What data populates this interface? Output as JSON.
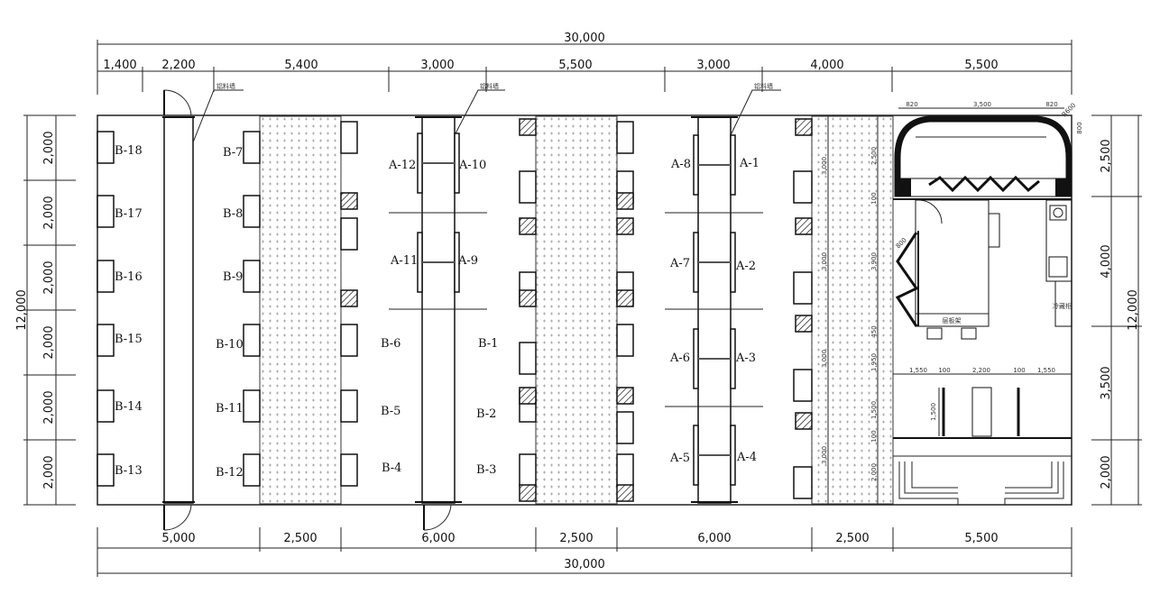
{
  "top_dims": {
    "total": "30,000",
    "segments": [
      "1,400",
      "2,200",
      "5,400",
      "3,000",
      "5,500",
      "3,000",
      "4,000",
      "5,500"
    ]
  },
  "bottom_dims": {
    "total": "30,000",
    "segments": [
      "5,000",
      "2,500",
      "6,000",
      "2,500",
      "6,000",
      "2,500",
      "5,500"
    ]
  },
  "left_dims": {
    "total": "12,000",
    "segments": [
      "2,000",
      "2,000",
      "2,000",
      "2,000",
      "2,000",
      "2,000"
    ]
  },
  "right_dims": {
    "total": "12,000",
    "segments": [
      "2,500",
      "4,000",
      "3,500",
      "2,000"
    ]
  },
  "wall_label": "铝料墙",
  "shelves": {
    "b_left": [
      "B-18",
      "B-17",
      "B-16",
      "B-15",
      "B-14",
      "B-13"
    ],
    "b_mid": [
      "B-7",
      "B-8",
      "B-9",
      "B-10",
      "B-11",
      "B-12"
    ],
    "center_a": [
      "A-12",
      "A-10",
      "A-11",
      "A-9"
    ],
    "center_b": [
      "B-6",
      "B-1",
      "B-5",
      "B-2",
      "B-4",
      "B-3"
    ],
    "right_a": [
      "A-8",
      "A-1",
      "A-7",
      "A-2",
      "A-6",
      "A-3",
      "A-5",
      "A-4"
    ]
  },
  "aisle_dims": {
    "left": [
      "3,000",
      "3,000",
      "3,000",
      "3,000"
    ],
    "right": [
      "2,500",
      "100",
      "3,900",
      "450",
      "1,950",
      "1,500",
      "100",
      "2,000"
    ]
  },
  "room": {
    "top_dims": [
      "820",
      "3,500",
      "820"
    ],
    "diag_dim": "R600",
    "side_dim": "800",
    "shelf_rack_label": "层板架",
    "fridge_label": "冷藏柜",
    "rack_dim": "800",
    "lower_dims": [
      "1,550",
      "100",
      "2,200",
      "100",
      "1,550"
    ],
    "height_dim": "1,500"
  }
}
